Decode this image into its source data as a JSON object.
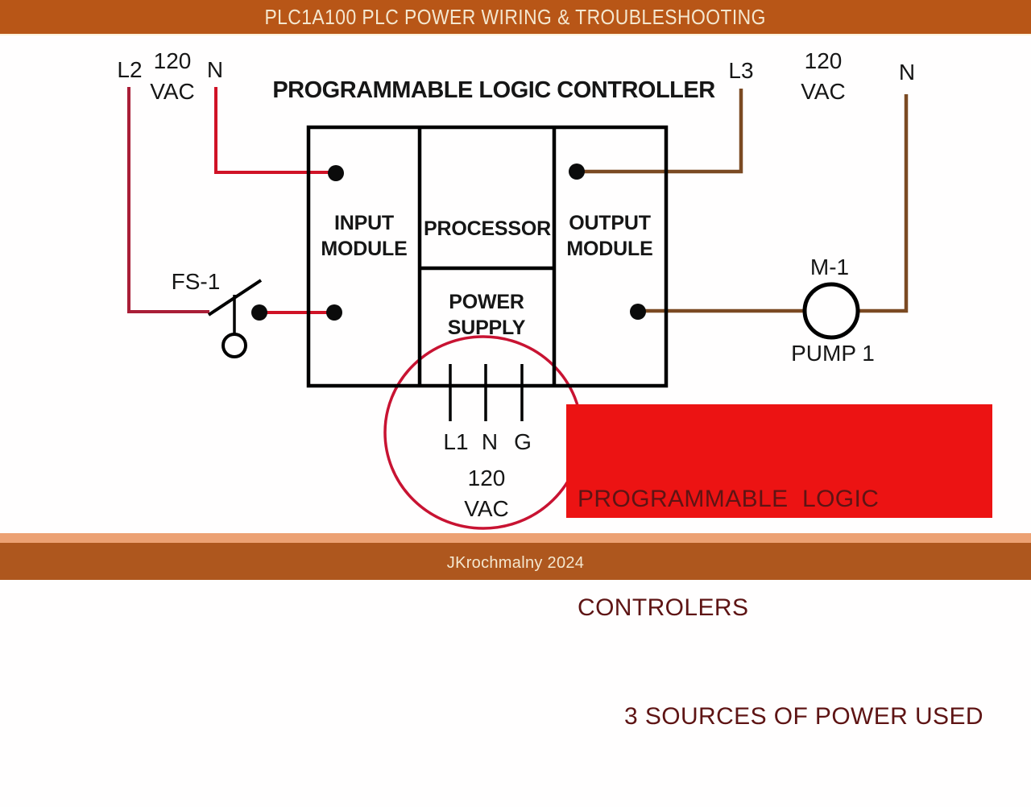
{
  "banner": {
    "title": "PLC1A100 PLC POWER WIRING & TROUBLESHOOTING"
  },
  "footer": {
    "credit": "JKrochmalny 2024"
  },
  "diagram": {
    "title": "PROGRAMMABLE LOGIC CONTROLLER",
    "plc": {
      "input_module": {
        "line1": "INPUT",
        "line2": "MODULE"
      },
      "processor": "PROCESSOR",
      "output_module": {
        "line1": "OUTPUT",
        "line2": "MODULE"
      },
      "power_supply": {
        "line1": "POWER",
        "line2": "SUPPLY"
      }
    },
    "left_source": {
      "hot": "L2",
      "voltage_line1": "120",
      "voltage_line2": "VAC",
      "neutral": "N"
    },
    "right_source": {
      "hot": "L3",
      "voltage_line1": "120",
      "voltage_line2": "VAC",
      "neutral": "N"
    },
    "bottom_source": {
      "terminal_l1": "L1",
      "terminal_n": "N",
      "terminal_g": "G",
      "voltage_line1": "120",
      "voltage_line2": "VAC"
    },
    "float_switch_tag": "FS-1",
    "motor": {
      "tag": "M-1",
      "name": "PUMP 1"
    }
  },
  "callout": {
    "line1": "PROGRAMMABLE  LOGIC",
    "line2": "CONTROLERS",
    "line3": "3 SOURCES OF POWER USED"
  },
  "colors": {
    "banner_bg": "#b85617",
    "banner_edge": "#fdf3dc",
    "banner_text": "#f4e7cf",
    "footer_strip": "#eca173",
    "footer_bg": "#ae571e",
    "wire_red": "#d01226",
    "wire_red_dark": "#a91e37",
    "wire_brown": "#7b4a23",
    "ellipse_stroke": "#c81332",
    "callout_bg": "#ec1313",
    "callout_text": "#5e1414"
  }
}
